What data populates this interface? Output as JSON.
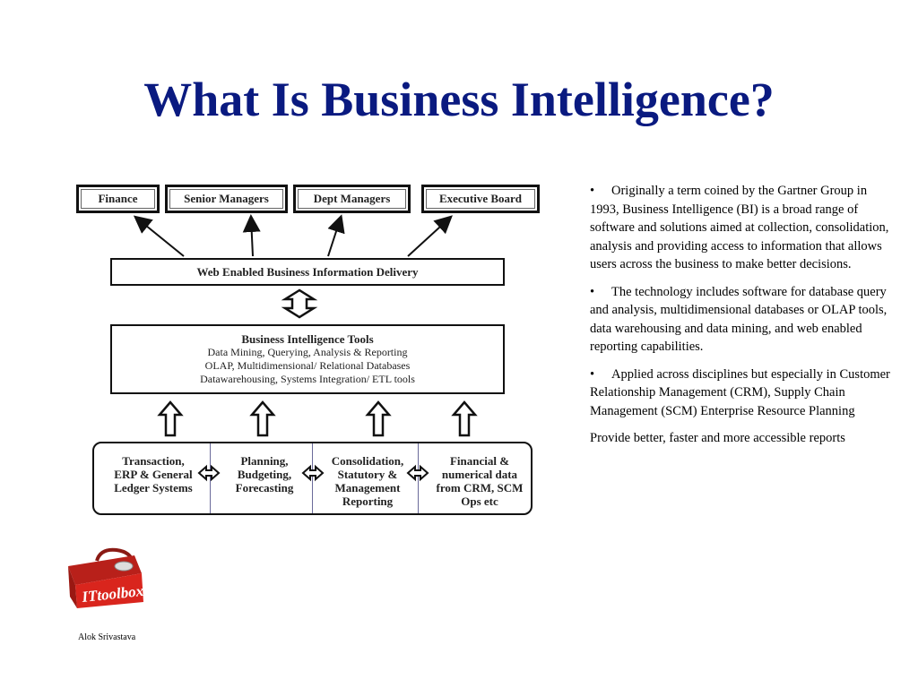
{
  "slide": {
    "title": "What Is Business Intelligence?",
    "author": "Alok Srivastava"
  },
  "diagram": {
    "consumers": [
      "Finance",
      "Senior Managers",
      "Dept Managers",
      "Executive Board"
    ],
    "delivery": "Web Enabled Business Information Delivery",
    "tools": {
      "heading": "Business Intelligence Tools",
      "lines": [
        "Data Mining, Querying, Analysis & Reporting",
        "OLAP, Multidimensional/ Relational Databases",
        "Datawarehousing, Systems Integration/ ETL tools"
      ]
    },
    "sources": [
      [
        "Transaction,",
        "ERP & General",
        "Ledger Systems"
      ],
      [
        "Planning,",
        "Budgeting,",
        "Forecasting"
      ],
      [
        "Consolidation,",
        "Statutory &",
        "Management",
        "Reporting"
      ],
      [
        "Financial &",
        "numerical data",
        "from CRM, SCM",
        "Ops etc"
      ]
    ]
  },
  "bullets": [
    "Originally a term coined by the Gartner Group in 1993, Business Intelligence (BI) is a broad range of software and solutions aimed at collection, consolidation, analysis and providing access to information that allows users across the business to make better decisions.",
    "The technology includes software for database query and analysis, multidimensional databases or OLAP tools, data warehousing and data mining, and web enabled reporting capabilities.",
    "Applied across disciplines but especially in Customer Relationship Management (CRM), Supply Chain Management (SCM) Enterprise Resource Planning"
  ],
  "closing": "Provide better, faster and more accessible reports",
  "logo": {
    "text": "ITtoolbox",
    "color": "#d9251d"
  }
}
